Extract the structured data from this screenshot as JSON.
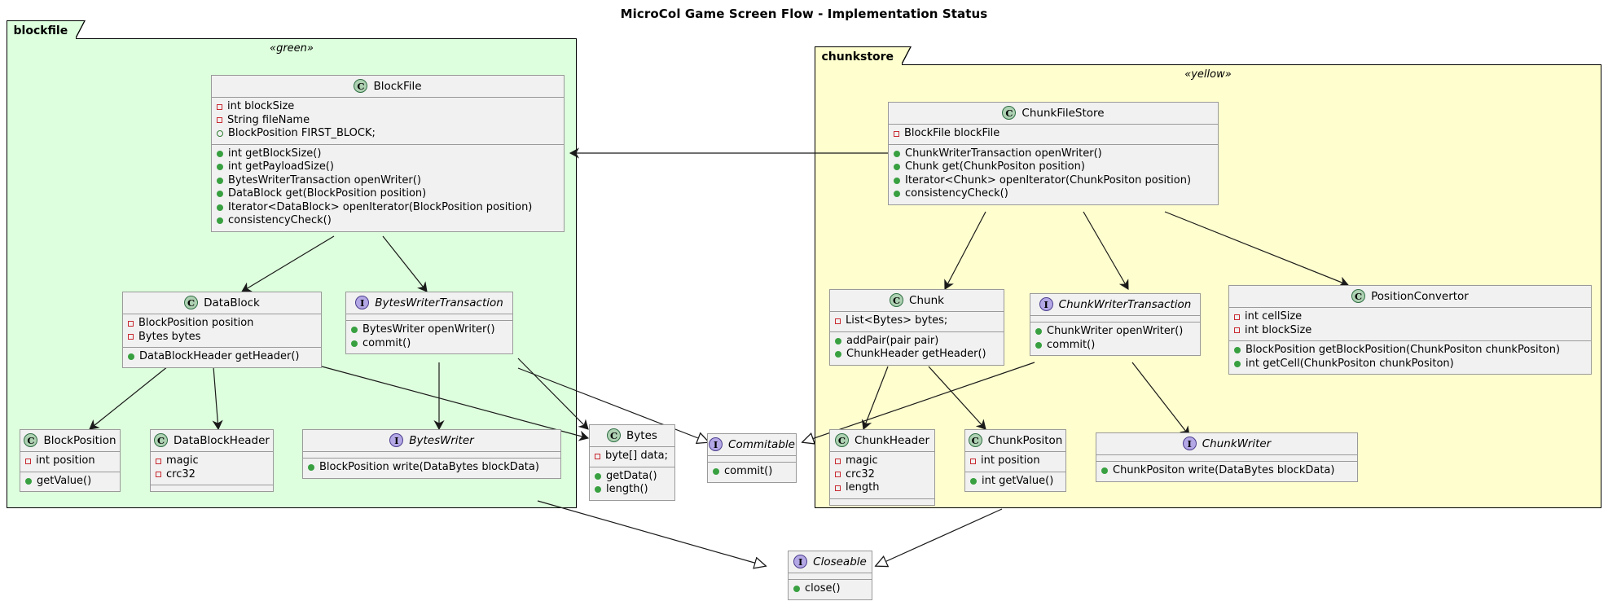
{
  "title": "MicroCol Game Screen Flow - Implementation Status",
  "packages": [
    {
      "name": "blockfile",
      "stereotype": "«green»",
      "color": "#DDFFDD"
    },
    {
      "name": "chunkstore",
      "stereotype": "«yellow»",
      "color": "#FEFECE"
    }
  ],
  "classes": {
    "blockfile_cls": {
      "name": "BlockFile",
      "kind": "C",
      "fields": [
        {
          "vis": "private",
          "text": "int blockSize"
        },
        {
          "vis": "private",
          "text": "String fileName"
        },
        {
          "vis": "static",
          "text": "BlockPosition FIRST_BLOCK;"
        }
      ],
      "methods": [
        {
          "vis": "public",
          "text": "int getBlockSize()"
        },
        {
          "vis": "public",
          "text": "int getPayloadSize()"
        },
        {
          "vis": "public",
          "text": "BytesWriterTransaction openWriter()"
        },
        {
          "vis": "public",
          "text": "DataBlock get(BlockPosition position)"
        },
        {
          "vis": "public",
          "text": "Iterator<DataBlock> openIterator(BlockPosition position)"
        },
        {
          "vis": "public",
          "text": "consistencyCheck()"
        }
      ]
    },
    "datablock": {
      "name": "DataBlock",
      "kind": "C",
      "fields": [
        {
          "vis": "private",
          "text": "BlockPosition position"
        },
        {
          "vis": "private",
          "text": "Bytes bytes"
        }
      ],
      "methods": [
        {
          "vis": "public",
          "text": "DataBlockHeader getHeader()"
        }
      ]
    },
    "byteswritertransaction": {
      "name": "BytesWriterTransaction",
      "kind": "I",
      "fields": [],
      "methods": [
        {
          "vis": "public",
          "text": "BytesWriter openWriter()"
        },
        {
          "vis": "public",
          "text": "commit()"
        }
      ]
    },
    "blockposition": {
      "name": "BlockPosition",
      "kind": "C",
      "fields": [
        {
          "vis": "private",
          "text": "int position"
        }
      ],
      "methods": [
        {
          "vis": "public",
          "text": "getValue()"
        }
      ]
    },
    "datablockheader": {
      "name": "DataBlockHeader",
      "kind": "C",
      "fields": [
        {
          "vis": "private",
          "text": "magic"
        },
        {
          "vis": "private",
          "text": "crc32"
        }
      ],
      "methods": []
    },
    "byteswriter": {
      "name": "BytesWriter",
      "kind": "I",
      "fields": [],
      "methods": [
        {
          "vis": "public",
          "text": "BlockPosition write(DataBytes blockData)"
        }
      ]
    },
    "bytes": {
      "name": "Bytes",
      "kind": "C",
      "fields": [
        {
          "vis": "private",
          "text": "byte[] data;"
        }
      ],
      "methods": [
        {
          "vis": "public",
          "text": "getData()"
        },
        {
          "vis": "public",
          "text": "length()"
        }
      ]
    },
    "commitable": {
      "name": "Commitable",
      "kind": "I",
      "fields": [],
      "methods": [
        {
          "vis": "public",
          "text": "commit()"
        }
      ]
    },
    "chunkfilestore": {
      "name": "ChunkFileStore",
      "kind": "C",
      "fields": [
        {
          "vis": "private",
          "text": "BlockFile blockFile"
        }
      ],
      "methods": [
        {
          "vis": "public",
          "text": "ChunkWriterTransaction openWriter()"
        },
        {
          "vis": "public",
          "text": "Chunk get(ChunkPositon position)"
        },
        {
          "vis": "public",
          "text": "Iterator<Chunk> openIterator(ChunkPositon position)"
        },
        {
          "vis": "public",
          "text": "consistencyCheck()"
        }
      ]
    },
    "chunk": {
      "name": "Chunk",
      "kind": "C",
      "fields": [
        {
          "vis": "private",
          "text": "List<Bytes> bytes;"
        }
      ],
      "methods": [
        {
          "vis": "public",
          "text": "addPair(pair pair)"
        },
        {
          "vis": "public",
          "text": "ChunkHeader getHeader()"
        }
      ]
    },
    "chunkwritertransaction": {
      "name": "ChunkWriterTransaction",
      "kind": "I",
      "fields": [],
      "methods": [
        {
          "vis": "public",
          "text": "ChunkWriter openWriter()"
        },
        {
          "vis": "public",
          "text": "commit()"
        }
      ]
    },
    "positionconvertor": {
      "name": "PositionConvertor",
      "kind": "C",
      "fields": [
        {
          "vis": "private",
          "text": "int cellSize"
        },
        {
          "vis": "private",
          "text": "int blockSize"
        }
      ],
      "methods": [
        {
          "vis": "public",
          "text": "BlockPosition getBlockPosition(ChunkPositon chunkPositon)"
        },
        {
          "vis": "public",
          "text": "int getCell(ChunkPositon chunkPositon)"
        }
      ]
    },
    "chunkheader": {
      "name": "ChunkHeader",
      "kind": "C",
      "fields": [
        {
          "vis": "private",
          "text": "magic"
        },
        {
          "vis": "private",
          "text": "crc32"
        },
        {
          "vis": "private",
          "text": "length"
        }
      ],
      "methods": []
    },
    "chunkpositon": {
      "name": "ChunkPositon",
      "kind": "C",
      "fields": [
        {
          "vis": "private",
          "text": "int position"
        }
      ],
      "methods": [
        {
          "vis": "public",
          "text": "int getValue()"
        }
      ]
    },
    "chunkwriter": {
      "name": "ChunkWriter",
      "kind": "I",
      "fields": [],
      "methods": [
        {
          "vis": "public",
          "text": "ChunkPositon write(DataBytes blockData)"
        }
      ]
    },
    "closeable": {
      "name": "Closeable",
      "kind": "I",
      "fields": [],
      "methods": [
        {
          "vis": "public",
          "text": "close()"
        }
      ]
    }
  },
  "icons": {
    "class_glyph": "C",
    "interface_glyph": "I"
  }
}
